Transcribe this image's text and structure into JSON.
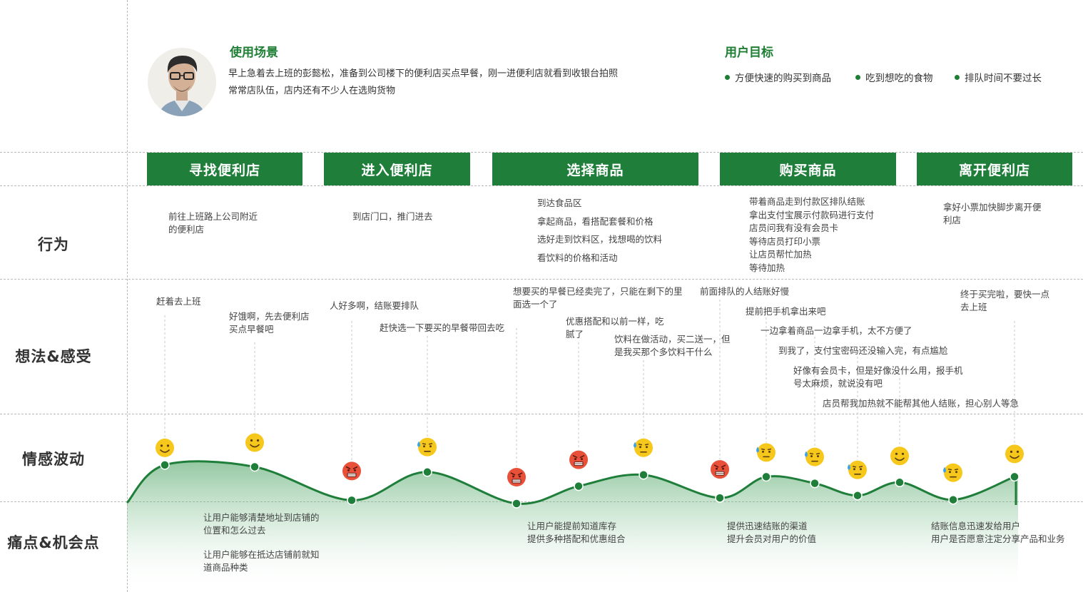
{
  "persona": {
    "scene_title": "使用场景",
    "scene_desc_line1": "早上急着去上班的彭懿松，准备到公司楼下的便利店买点早餐，刚一进便利店就看到收银台拍照",
    "scene_desc_line2": "常常店队伍，店内还有不少人在选购货物",
    "goals_title": "用户目标",
    "goals": [
      "方便快速的购买到商品",
      "吃到想吃的食物",
      "排队时间不要过长"
    ]
  },
  "rows": {
    "behavior": "行为",
    "thoughts": "想法&感受",
    "emotion": "情感波动",
    "pain": "痛点&机会点"
  },
  "stages": [
    "寻找便利店",
    "进入便利店",
    "选择商品",
    "购买商品",
    "离开便利店"
  ],
  "behaviors": {
    "s1_line1": "前往上班路上公司附近",
    "s1_line2": "的便利店",
    "s2": "到店门口，推门进去",
    "s3": [
      "到达食品区",
      "拿起商品，看搭配套餐和价格",
      "选好走到饮料区，找想喝的饮料",
      "看饮料的价格和活动"
    ],
    "s4": [
      "带着商品走到付款区排队结账",
      "拿出支付宝展示付款码进行支付",
      "店员问我有没有会员卡",
      "等待店员打印小票",
      "让店员帮忙加热",
      "等待加热"
    ],
    "s5_line1": "拿好小票加快脚步离开便",
    "s5_line2": "利店"
  },
  "thoughts": {
    "t1": "赶着去上班",
    "t2_line1": "好饿啊，先去便利店",
    "t2_line2": "买点早餐吧",
    "t3": "人好多啊，结账要排队",
    "t4": "赶快选一下要买的早餐带回去吃",
    "t5_line1": "想要买的早餐已经卖完了，只能在剩下的里",
    "t5_line2": "面选一个了",
    "t6_line1": "优惠搭配和以前一样，吃",
    "t6_line2": "腻了",
    "t7_line1": "饮料在做活动，买二送一，但",
    "t7_line2": "是我买那个多饮料干什么",
    "t8": "前面排队的人结账好慢",
    "t9": "提前把手机拿出来吧",
    "t10": "一边拿着商品一边拿手机，太不方便了",
    "t11": "到我了，支付宝密码还没输入完，有点尴尬",
    "t12_line1": "好像有会员卡，但是好像没什么用，报手机",
    "t12_line2": "号太麻烦，就说没有吧",
    "t13": "店员帮我加热就不能帮其他人结账，担心别人等急",
    "t14_line1": "终于买完啦，要快一点",
    "t14_line2": "去上班"
  },
  "emotion_points": [
    {
      "mood": "happy",
      "level": 0.82
    },
    {
      "mood": "happy",
      "level": 0.78
    },
    {
      "mood": "angry",
      "level": 0.07
    },
    {
      "mood": "sweat",
      "level": 0.67
    },
    {
      "mood": "angry",
      "level": 0.0
    },
    {
      "mood": "angry",
      "level": 0.37
    },
    {
      "mood": "sweat",
      "level": 0.61
    },
    {
      "mood": "angry",
      "level": 0.12
    },
    {
      "mood": "sweat",
      "level": 0.57
    },
    {
      "mood": "sweat",
      "level": 0.43
    },
    {
      "mood": "sweat",
      "level": 0.17
    },
    {
      "mood": "happy",
      "level": 0.45
    },
    {
      "mood": "sweat",
      "level": 0.08
    },
    {
      "mood": "happy",
      "level": 0.57
    }
  ],
  "pains": {
    "p1_line1": "让用户能够清楚地址到店铺的",
    "p1_line2": "位置和怎么过去",
    "p2_line1": "让用户能够在抵达店铺前就知",
    "p2_line2": "道商品种类",
    "p3_line1": "让用户能提前知道库存",
    "p3_line2": "提供多种搭配和优惠组合",
    "p4_line1": "提供迅速结账的渠道",
    "p4_line2": "提升会员对用户的价值",
    "p5_line1": "结账信息迅速发给用户",
    "p5_line2": "用户是否愿意注定分享产品和业务"
  },
  "colors": {
    "accent": "#1e7e3a",
    "face_happy": "#f7c81c",
    "face_angry": "#e8503a",
    "sweat": "#3fa4e6"
  }
}
